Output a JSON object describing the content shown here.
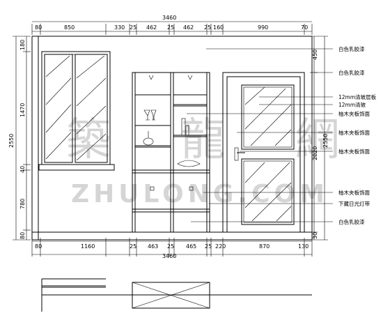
{
  "top_dims": {
    "overall": "3460",
    "segments": [
      "80",
      "850",
      "330",
      "25",
      "462",
      "25",
      "462",
      "25",
      "160",
      "990",
      "70"
    ],
    "segment_x": [
      55,
      100,
      172,
      191,
      218,
      245,
      272,
      298,
      312,
      378,
      437
    ]
  },
  "bottom_dims": {
    "overall": "3460",
    "segments": [
      "80",
      "1160",
      "25",
      "463",
      "25",
      "465",
      "25",
      "220",
      "870",
      "130"
    ],
    "segment_x": [
      55,
      125,
      192,
      219,
      246,
      274,
      300,
      317,
      378,
      436
    ]
  },
  "left_dims": {
    "overall": "2550",
    "segments": [
      "180",
      "1470",
      "40",
      "780",
      "80"
    ]
  },
  "right_dims": {
    "outer": "2550",
    "door_height": "2020",
    "top_gap": "450",
    "bottom_gap": "30"
  },
  "annotations": [
    "白色乳胶漆",
    "白色乳胶漆",
    "12mm清玻层板",
    "12mm清玻",
    "柚木夹板饰面",
    "柚木夹板饰面",
    "柚木夹板饰面",
    "柚木夹板饰面",
    "下藏日光灯带",
    "白色乳胶漆"
  ],
  "watermark": {
    "chars": "築 龍 網",
    "latin": "ZHULONG.COM"
  }
}
